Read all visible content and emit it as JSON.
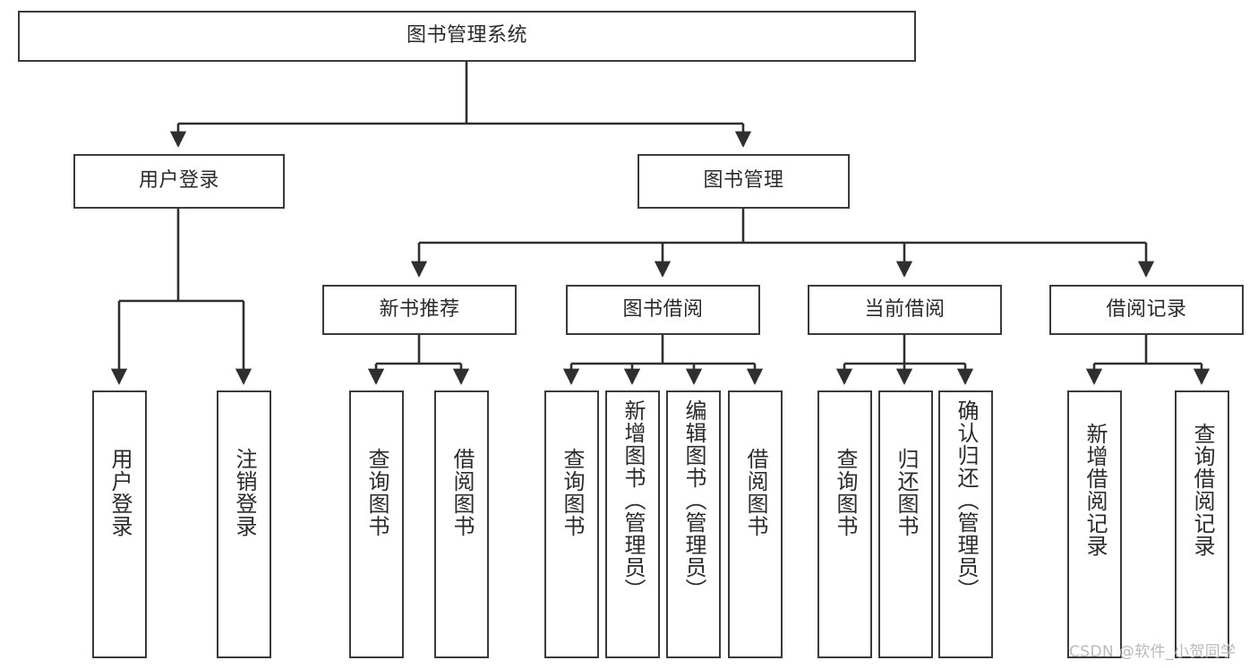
{
  "diagram": {
    "title": "图书管理系统",
    "type": "hierarchy-tree",
    "levels": 3,
    "root": {
      "id": "root",
      "label": "图书管理系统"
    },
    "level2": [
      {
        "id": "user-login",
        "label": "用户登录"
      },
      {
        "id": "book-management",
        "label": "图书管理"
      }
    ],
    "level3": [
      {
        "id": "new-book-recommend",
        "label": "新书推荐",
        "parent": "book-management"
      },
      {
        "id": "book-borrow",
        "label": "图书借阅",
        "parent": "book-management"
      },
      {
        "id": "current-borrow",
        "label": "当前借阅",
        "parent": "book-management"
      },
      {
        "id": "borrow-record",
        "label": "借阅记录",
        "parent": "book-management"
      }
    ],
    "leaves": {
      "user_login": [
        {
          "id": "leaf-user-login",
          "label": "用户登录"
        },
        {
          "id": "leaf-logout-login",
          "label": "注销登录"
        }
      ],
      "new_book_recommend": [
        {
          "id": "leaf-query-book-1",
          "label": "查询图书"
        },
        {
          "id": "leaf-borrow-book-1",
          "label": "借阅图书"
        }
      ],
      "book_borrow": [
        {
          "id": "leaf-query-book-2",
          "label": "查询图书"
        },
        {
          "id": "leaf-add-book",
          "label": "新增图书（管理员）"
        },
        {
          "id": "leaf-edit-book",
          "label": "编辑图书（管理员）"
        },
        {
          "id": "leaf-borrow-book-2",
          "label": "借阅图书"
        }
      ],
      "current_borrow": [
        {
          "id": "leaf-query-book-3",
          "label": "查询图书"
        },
        {
          "id": "leaf-return-book",
          "label": "归还图书"
        },
        {
          "id": "leaf-confirm-return",
          "label": "确认归还（管理员）"
        }
      ],
      "borrow_record": [
        {
          "id": "leaf-add-record",
          "label": "新增借阅记录"
        },
        {
          "id": "leaf-query-record",
          "label": "查询借阅记录"
        }
      ]
    }
  },
  "watermark": {
    "text": "CSDN @软件_小贺同学"
  },
  "colors": {
    "box_border": "#3a3a3a",
    "box_fill": "#ffffff",
    "text": "#2b2b2b",
    "edge": "#2f2f2f",
    "watermark": "#b9b9b9",
    "background": "#ffffff"
  }
}
